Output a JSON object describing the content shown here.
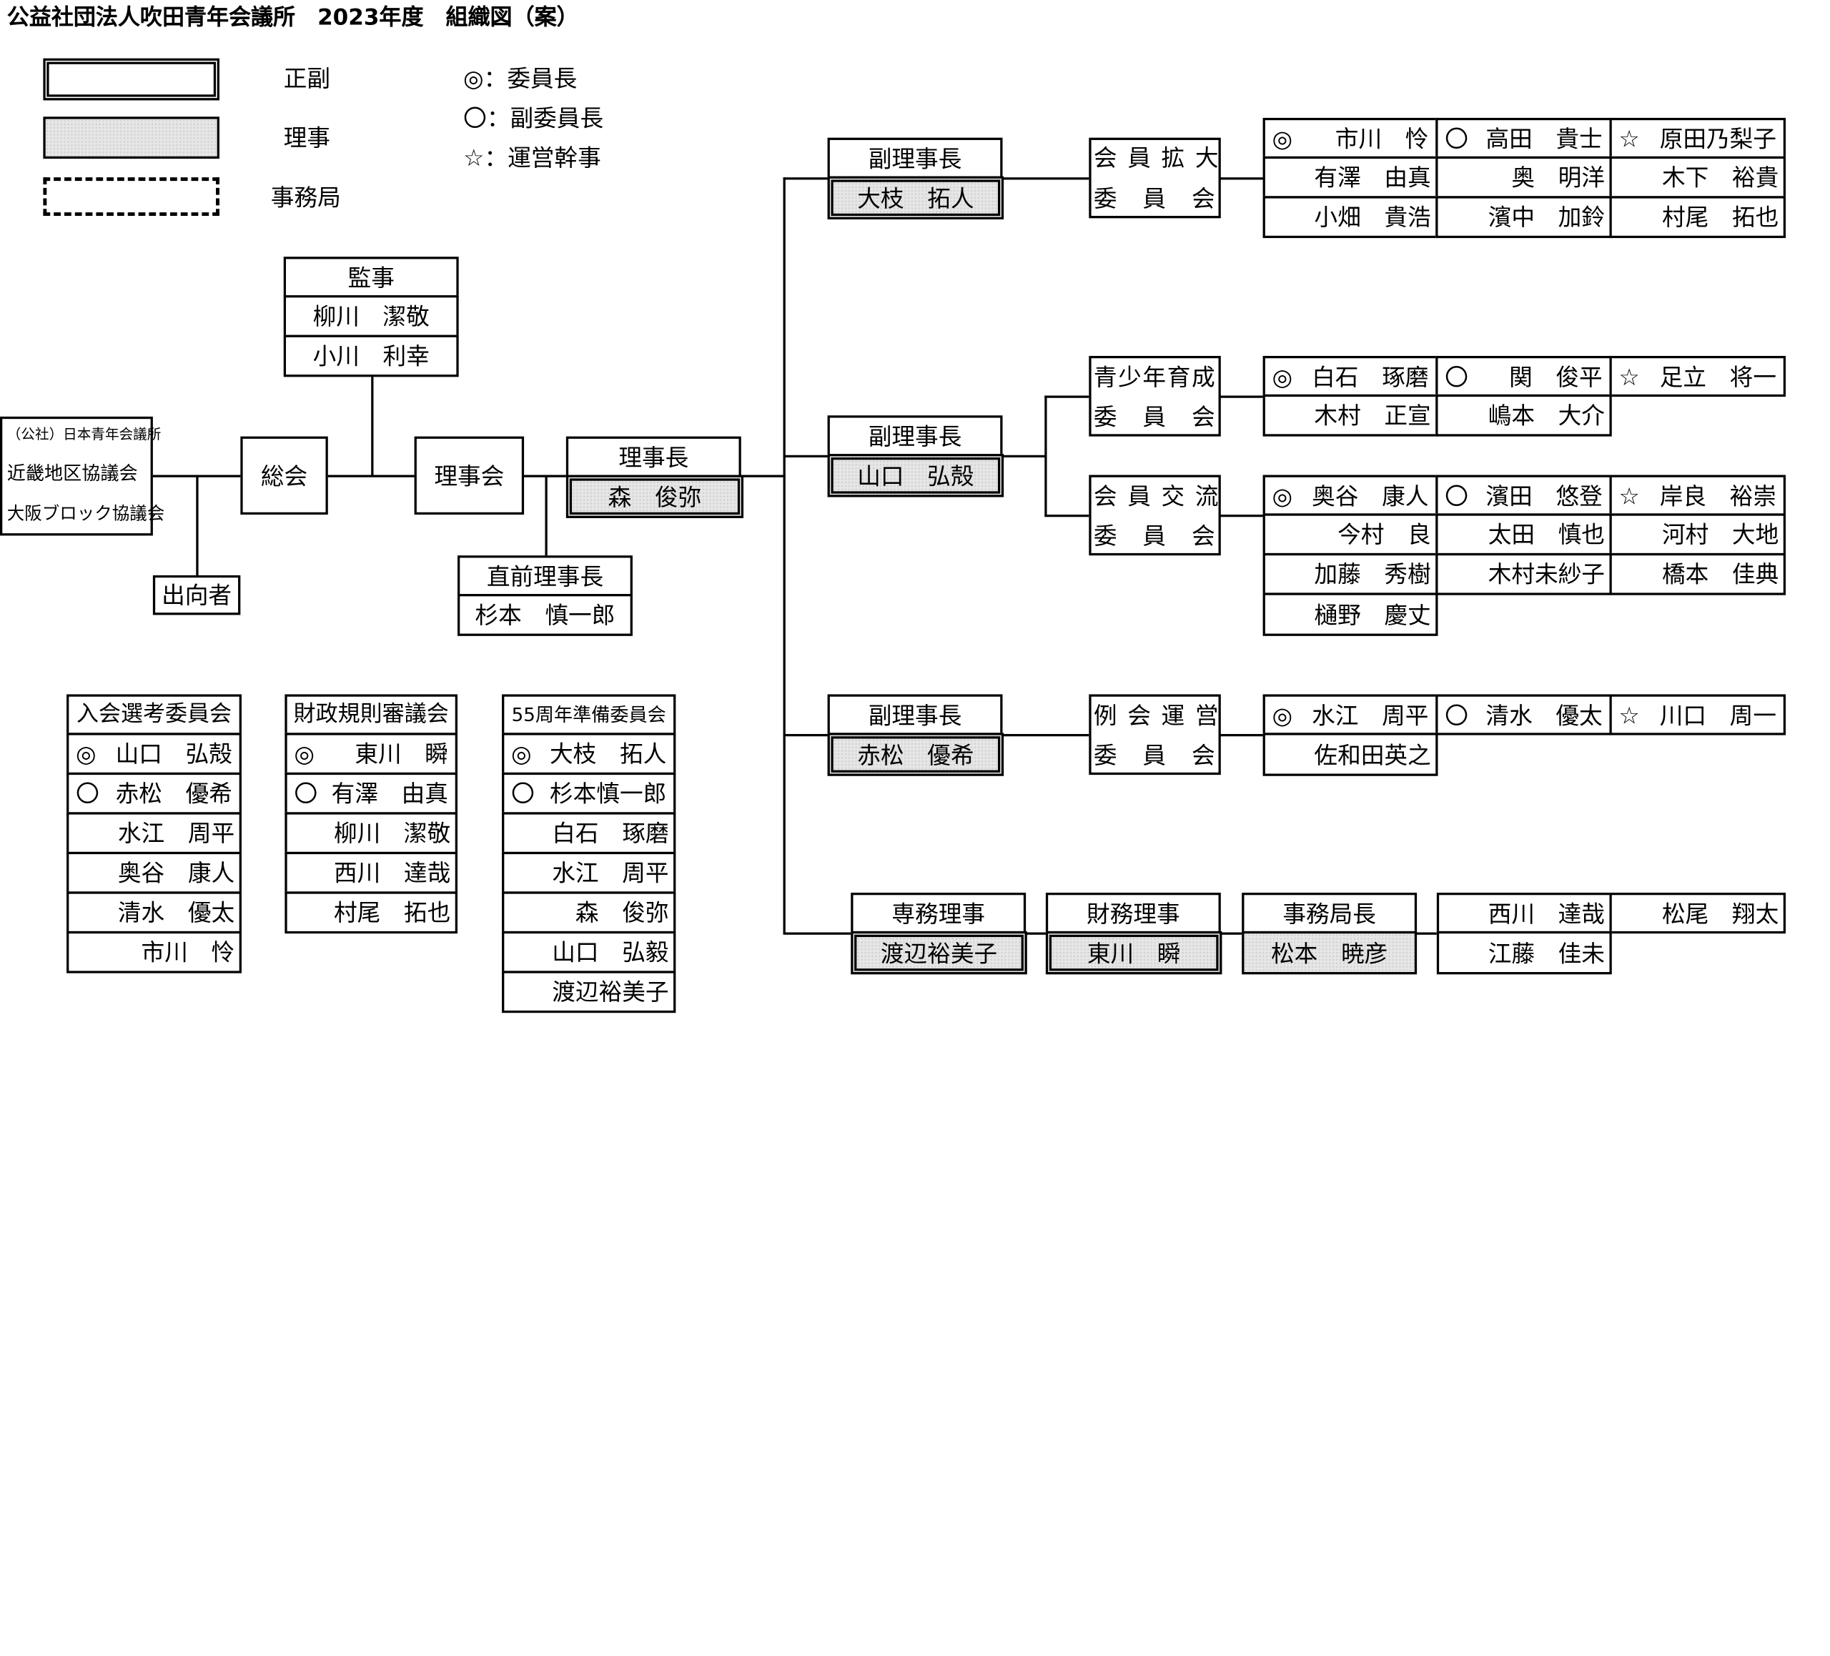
{
  "title": "公益社団法人吹田青年会議所　2023年度　組織図（案）",
  "legend": {
    "regular": "正副",
    "director": "理事",
    "secretariat": "事務局",
    "chair_mark": "◎",
    "chair": "：委員長",
    "vice_mark": "〇",
    "vice": "：副委員長",
    "mgr_mark": "☆",
    "mgr": "：運営幹事"
  },
  "external": {
    "line1": "（公社）日本青年会議所",
    "line2": "近畿地区協議会",
    "line3": "大阪ブロック協議会",
    "dispatched": "出向者"
  },
  "general_assembly": "総会",
  "auditors": {
    "title": "監事",
    "members": [
      "柳川　潔敬",
      "小川　利幸"
    ]
  },
  "board": "理事会",
  "president": {
    "title": "理事長",
    "name": "森　俊弥"
  },
  "past_president": {
    "title": "直前理事長",
    "name": "杉本　慎一郎"
  },
  "vp1": {
    "title": "副理事長",
    "name": "大枝　拓人"
  },
  "vp2": {
    "title": "副理事長",
    "name": "山口　弘殻"
  },
  "vp3": {
    "title": "副理事長",
    "name": "赤松　優希"
  },
  "committees": {
    "membership": {
      "line1": "会員拡大",
      "line2": "委員会",
      "rows": [
        [
          "◎",
          "市川　怜",
          "〇",
          "高田　貴士",
          "☆",
          "原田乃梨子"
        ],
        [
          "",
          "有澤　由真",
          "",
          "奥　明洋",
          "",
          "木下　裕貴"
        ],
        [
          "",
          "小畑　貴浩",
          "",
          "濱中　加鈴",
          "",
          "村尾　拓也"
        ]
      ]
    },
    "youth": {
      "line1": "青少年育成",
      "line2": "委員会",
      "rows": [
        [
          "◎",
          "白石　琢磨",
          "〇",
          "関　俊平",
          "☆",
          "足立　将一"
        ],
        [
          "",
          "木村　正宣",
          "",
          "嶋本　大介",
          "",
          ""
        ]
      ]
    },
    "exchange": {
      "line1": "会員交流",
      "line2": "委員会",
      "rows": [
        [
          "◎",
          "奥谷　康人",
          "〇",
          "濱田　悠登",
          "☆",
          "岸良　裕崇"
        ],
        [
          "",
          "今村　良",
          "",
          "太田　慎也",
          "",
          "河村　大地"
        ],
        [
          "",
          "加藤　秀樹",
          "",
          "木村未紗子",
          "",
          "橋本　佳典"
        ],
        [
          "",
          "樋野　慶丈",
          "",
          "",
          "",
          ""
        ]
      ]
    },
    "meeting": {
      "line1": "例会運営",
      "line2": "委員会",
      "rows": [
        [
          "◎",
          "水江　周平",
          "〇",
          "清水　優太",
          "☆",
          "川口　周一"
        ],
        [
          "",
          "佐和田英之",
          "",
          "",
          "",
          ""
        ]
      ]
    }
  },
  "executives": {
    "managing": {
      "title": "専務理事",
      "name": "渡辺裕美子"
    },
    "finance": {
      "title": "財務理事",
      "name": "東川　瞬"
    },
    "secretary": {
      "title": "事務局長",
      "name": "松本　暁彦"
    },
    "staff": [
      "西川　達哉",
      "松尾　翔太",
      "江藤　佳未"
    ]
  },
  "special": {
    "admission": {
      "title": "入会選考委員会",
      "rows": [
        [
          "◎",
          "山口　弘殻"
        ],
        [
          "〇",
          "赤松　優希"
        ],
        [
          "",
          "水江　周平"
        ],
        [
          "",
          "奥谷　康人"
        ],
        [
          "",
          "清水　優太"
        ],
        [
          "",
          "市川　怜"
        ]
      ]
    },
    "finance_rules": {
      "title": "財政規則審議会",
      "rows": [
        [
          "◎",
          "東川　瞬"
        ],
        [
          "〇",
          "有澤　由真"
        ],
        [
          "",
          "柳川　潔敬"
        ],
        [
          "",
          "西川　達哉"
        ],
        [
          "",
          "村尾　拓也"
        ]
      ]
    },
    "anniversary": {
      "title": "55周年準備委員会",
      "rows": [
        [
          "◎",
          "大枝　拓人"
        ],
        [
          "〇",
          "杉本慎一郎"
        ],
        [
          "",
          "白石　琢磨"
        ],
        [
          "",
          "水江　周平"
        ],
        [
          "",
          "森　俊弥"
        ],
        [
          "",
          "山口　弘毅"
        ],
        [
          "",
          "渡辺裕美子"
        ]
      ]
    }
  }
}
